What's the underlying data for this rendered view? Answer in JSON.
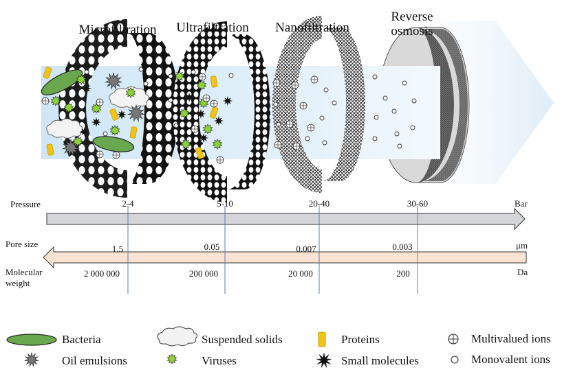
{
  "stages": [
    "Microfiltration",
    "Ultrafiltration",
    "Nanofiltration",
    "Reverse osmosis"
  ],
  "scales": {
    "pressure": {
      "label": "Pressure",
      "unit": "Bar",
      "values": [
        "2-4",
        "5-10",
        "20-40",
        "30-60"
      ]
    },
    "pore_size": {
      "label": "Pore size",
      "unit": "μm",
      "values": [
        "1.5",
        "0.05",
        "0.007",
        "0.003"
      ]
    },
    "molecular_weight": {
      "label": "Molecular weight",
      "unit": "Da",
      "values": [
        "2 000 000",
        "200 000",
        "20 000",
        "200"
      ]
    }
  },
  "legend": [
    {
      "label": "Bacteria",
      "icon": "bacteria-icon"
    },
    {
      "label": "Suspended solids",
      "icon": "suspended-solids-icon"
    },
    {
      "label": "Proteins",
      "icon": "proteins-icon"
    },
    {
      "label": "Multivalued ions",
      "icon": "multivalued-ion-icon"
    },
    {
      "label": "Oil emulsions",
      "icon": "oil-emulsion-icon"
    },
    {
      "label": "Viruses",
      "icon": "virus-icon"
    },
    {
      "label": "Small molecules",
      "icon": "small-molecule-icon"
    },
    {
      "label": "Monovalent ions",
      "icon": "monovalent-ion-icon"
    }
  ],
  "colors": {
    "bacteria": "#6aa84f",
    "virus": "#8cd13a",
    "protein": "#f0c419",
    "flow_band": "#dcedf8",
    "pressure_arrow": "#d0d3d8",
    "pore_arrow": "#fbe4d6"
  }
}
